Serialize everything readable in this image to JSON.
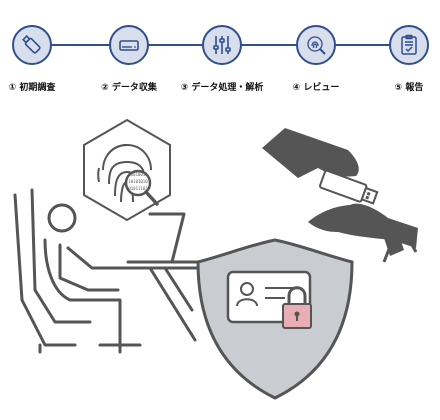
{
  "process_steps": [
    {
      "label": "① 初期調査",
      "icon": "usb-drive-icon"
    },
    {
      "label": "② データ収集",
      "icon": "hard-drive-icon"
    },
    {
      "label": "③ データ処理・解析",
      "icon": "sliders-icon"
    },
    {
      "label": "④ レビュー",
      "icon": "fingerprint-search-icon"
    },
    {
      "label": "⑤ 報告",
      "icon": "clipboard-check-icon"
    }
  ],
  "illustration": {
    "fingerprint_badge_digits": [
      "01010011",
      "10101010",
      "01011101"
    ]
  },
  "colors": {
    "step_line": "#2f4f8f",
    "step_circle_fill": "#d8deeb",
    "illustration_gray": "#555555",
    "shield_fill": "#c9ccd1",
    "lock_pink": "#e8aeb4"
  }
}
